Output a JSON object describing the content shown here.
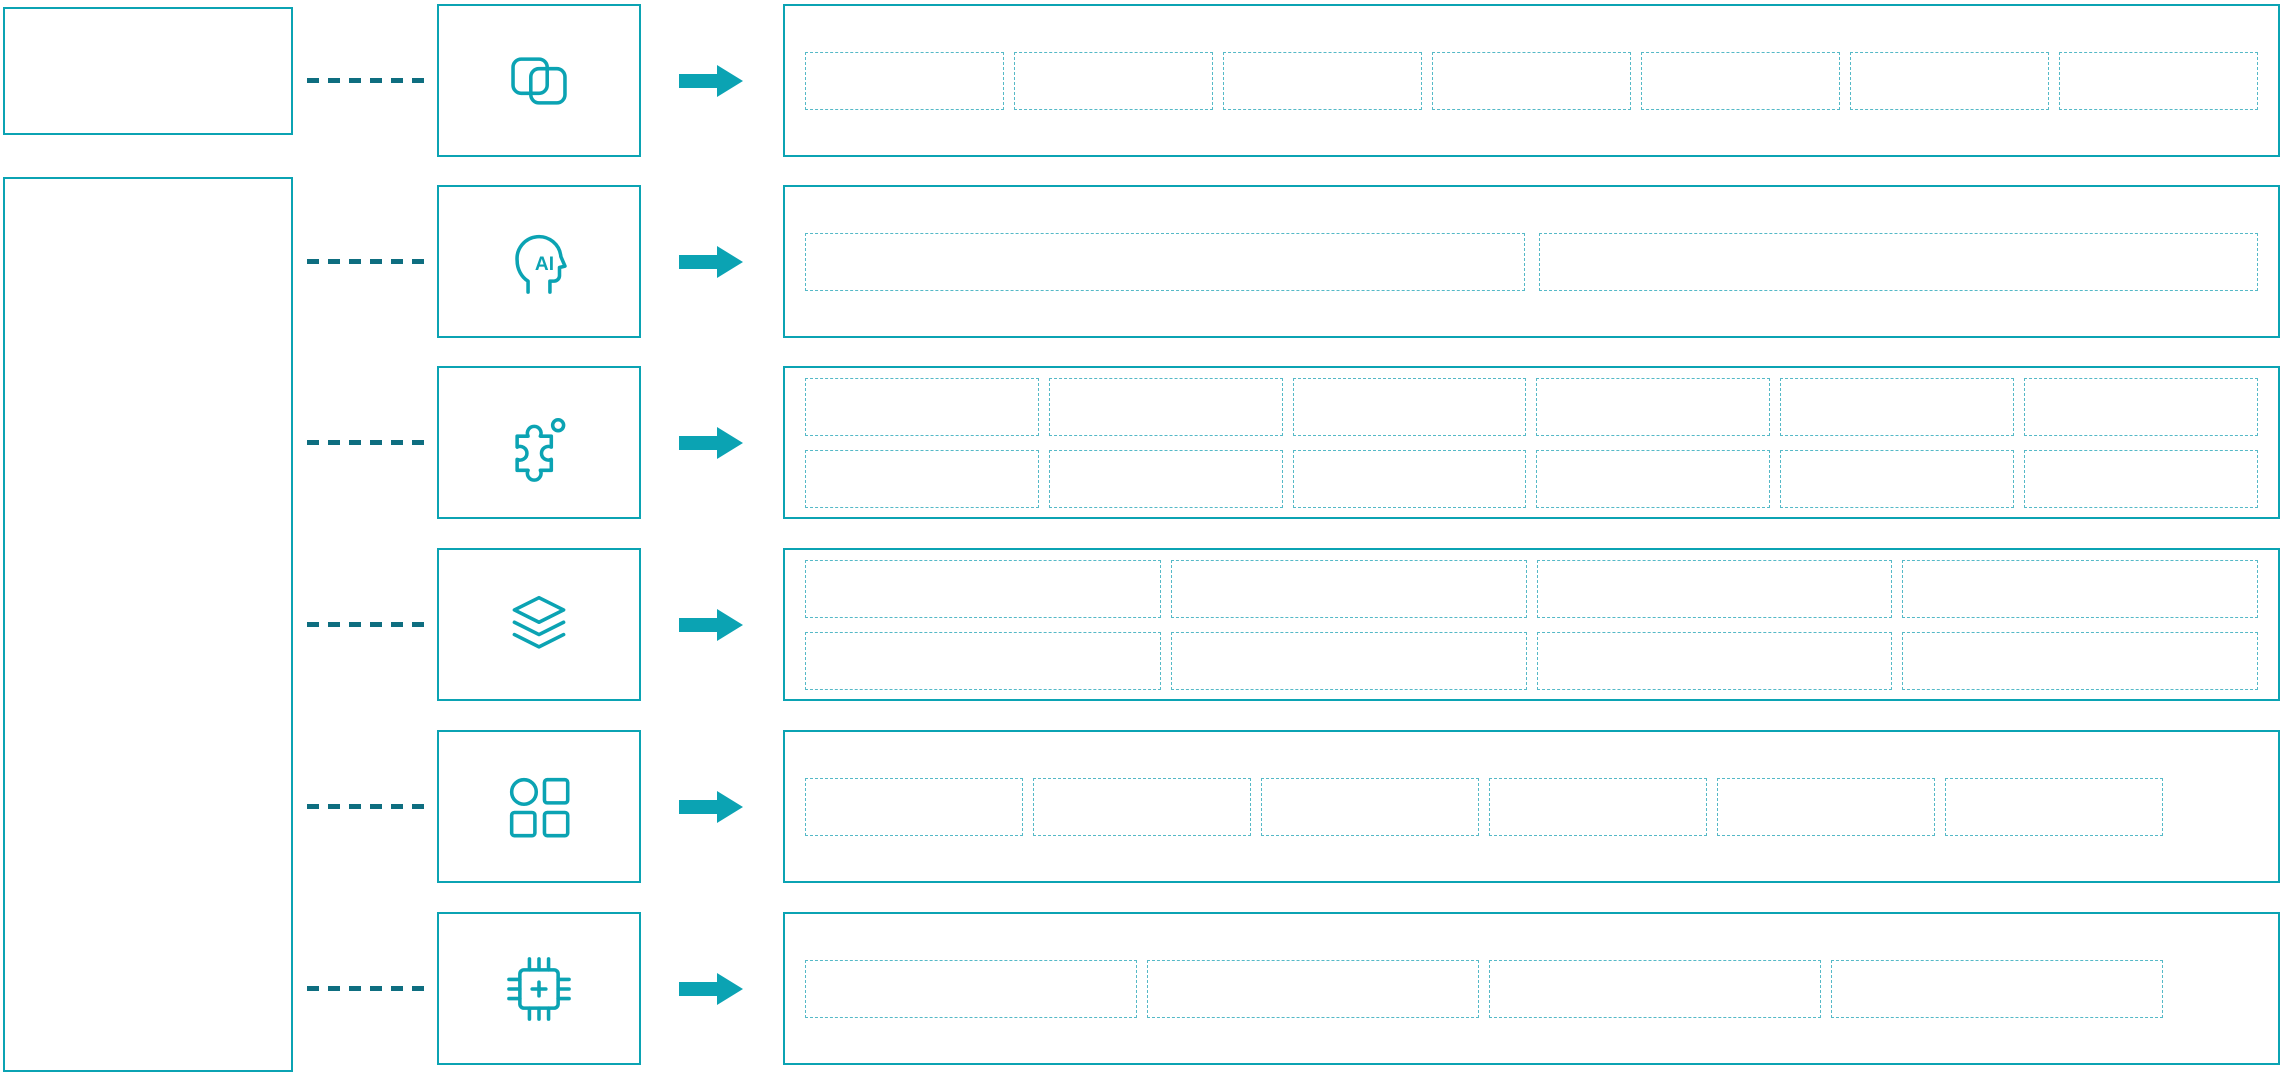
{
  "palette": {
    "accent": "#0ba3b3",
    "connector": "#0e6e80",
    "placeholder_border": "#55b9c7",
    "background": "#ffffff"
  },
  "left_panel": {
    "top_box": "small-empty-box",
    "main_box": "tall-empty-box"
  },
  "rows": [
    {
      "icon": "overlapping-squares-icon",
      "layout": "1x7",
      "placeholder_count": 7
    },
    {
      "icon": "ai-head-icon",
      "icon_label": "AI",
      "layout": "1x2",
      "placeholder_count": 2
    },
    {
      "icon": "puzzle-piece-icon",
      "layout": "2x6",
      "placeholder_count": 12
    },
    {
      "icon": "layers-icon",
      "layout": "2x4",
      "placeholder_count": 8
    },
    {
      "icon": "shapes-grid-icon",
      "layout": "1x6",
      "placeholder_count": 6
    },
    {
      "icon": "cpu-chip-icon",
      "layout": "1x4",
      "placeholder_count": 4
    }
  ]
}
